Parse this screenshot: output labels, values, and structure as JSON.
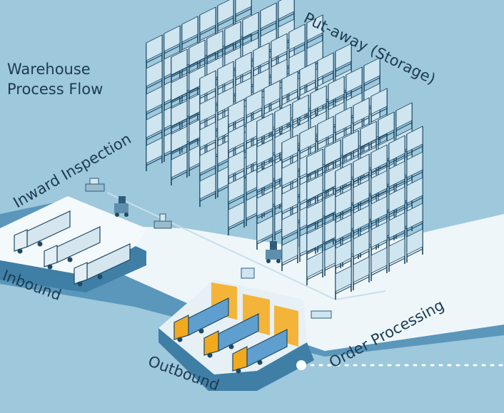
{
  "title_line1": "Warehouse",
  "title_line2": "Process Flow",
  "stages": {
    "putaway": "Put-away (Storage)",
    "inspection": "Inward Inspection",
    "inbound": "Inbound",
    "outbound": "Outbound",
    "order_processing": "Order Processing"
  },
  "colors": {
    "background": "#9ec8dc",
    "floor": "#eef6fa",
    "floor_shadow": "#3f7fa6",
    "rack_frame": "#1f4a66",
    "box": "#cfe5f0",
    "truck_cab_inbound": "#e4eef4",
    "truck_cab_outbound": "#f2a91e",
    "truck_trailer_outbound": "#5f9fcf",
    "dock_door": "#f4b43a"
  }
}
